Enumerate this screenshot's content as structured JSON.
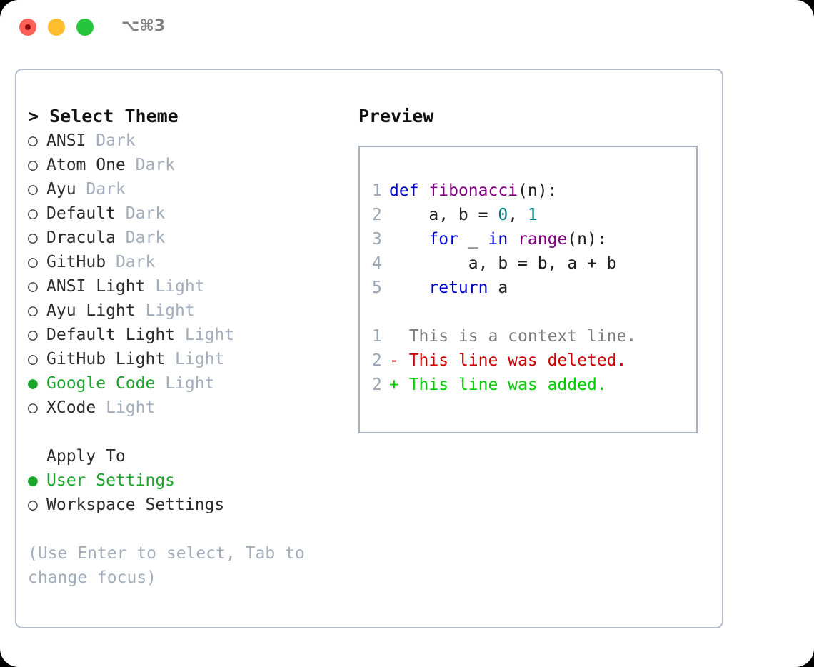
{
  "titlebar": {
    "shortcut": "⌥⌘3",
    "buttons": [
      {
        "name": "close",
        "color": "#ff6159"
      },
      {
        "name": "minimize",
        "color": "#ffbd2e"
      },
      {
        "name": "maximize",
        "color": "#25c53c"
      }
    ]
  },
  "theme_selector": {
    "header": "> Select Theme",
    "markers": {
      "unselected": "○",
      "selected": "●"
    },
    "selected_color": "#1aa62b",
    "variant_color": "#a4adbb",
    "items": [
      {
        "marker": "○",
        "name": "ANSI",
        "variant": "Dark",
        "selected": false
      },
      {
        "marker": "○",
        "name": "Atom One",
        "variant": "Dark",
        "selected": false
      },
      {
        "marker": "○",
        "name": "Ayu",
        "variant": "Dark",
        "selected": false
      },
      {
        "marker": "○",
        "name": "Default",
        "variant": "Dark",
        "selected": false
      },
      {
        "marker": "○",
        "name": "Dracula",
        "variant": "Dark",
        "selected": false
      },
      {
        "marker": "○",
        "name": "GitHub",
        "variant": "Dark",
        "selected": false
      },
      {
        "marker": "○",
        "name": "ANSI Light",
        "variant": "Light",
        "selected": false
      },
      {
        "marker": "○",
        "name": "Ayu Light",
        "variant": "Light",
        "selected": false
      },
      {
        "marker": "○",
        "name": "Default Light",
        "variant": "Light",
        "selected": false
      },
      {
        "marker": "○",
        "name": "GitHub Light",
        "variant": "Light",
        "selected": false
      },
      {
        "marker": "●",
        "name": "Google Code",
        "variant": "Light",
        "selected": true
      },
      {
        "marker": "○",
        "name": "XCode",
        "variant": "Light",
        "selected": false
      }
    ]
  },
  "apply_to": {
    "label": "Apply To",
    "items": [
      {
        "marker": "●",
        "name": "User Settings",
        "selected": true
      },
      {
        "marker": "○",
        "name": "Workspace Settings",
        "selected": false
      }
    ]
  },
  "hint": "(Use Enter to select, Tab to\nchange focus)",
  "preview": {
    "header": "Preview",
    "border_color": "#a7b1c0",
    "code_lines": [
      {
        "no": "1",
        "tokens": [
          {
            "t": "def",
            "c": "kw"
          },
          {
            "t": " ",
            "c": "pl"
          },
          {
            "t": "fibonacci",
            "c": "fn"
          },
          {
            "t": "(n):",
            "c": "pl"
          }
        ]
      },
      {
        "no": "2",
        "tokens": [
          {
            "t": "    a, b = ",
            "c": "pl"
          },
          {
            "t": "0",
            "c": "num"
          },
          {
            "t": ", ",
            "c": "pl"
          },
          {
            "t": "1",
            "c": "num"
          }
        ]
      },
      {
        "no": "3",
        "tokens": [
          {
            "t": "    ",
            "c": "pl"
          },
          {
            "t": "for",
            "c": "kw"
          },
          {
            "t": " _ ",
            "c": "pl"
          },
          {
            "t": "in",
            "c": "kw"
          },
          {
            "t": " ",
            "c": "pl"
          },
          {
            "t": "range",
            "c": "fn"
          },
          {
            "t": "(n):",
            "c": "pl"
          }
        ]
      },
      {
        "no": "4",
        "tokens": [
          {
            "t": "        a, b = b, a + b",
            "c": "pl"
          }
        ]
      },
      {
        "no": "5",
        "tokens": [
          {
            "t": "    ",
            "c": "pl"
          },
          {
            "t": "return",
            "c": "kw"
          },
          {
            "t": " a",
            "c": "pl"
          }
        ]
      }
    ],
    "diff_lines": [
      {
        "no": "1",
        "sign": "  ",
        "text": "This is a context line.",
        "cls": "ctx"
      },
      {
        "no": "2",
        "sign": "- ",
        "text": "This line was deleted.",
        "cls": "del"
      },
      {
        "no": "2",
        "sign": "+ ",
        "text": "This line was added.",
        "cls": "add"
      }
    ],
    "syntax_colors": {
      "keyword": "#0000cc",
      "function": "#800080",
      "number": "#008080",
      "plain": "#202020",
      "line_number": "#9aa5b5",
      "diff_context": "#7c7c7c",
      "diff_deleted": "#cc0000",
      "diff_added": "#00cc00"
    }
  }
}
